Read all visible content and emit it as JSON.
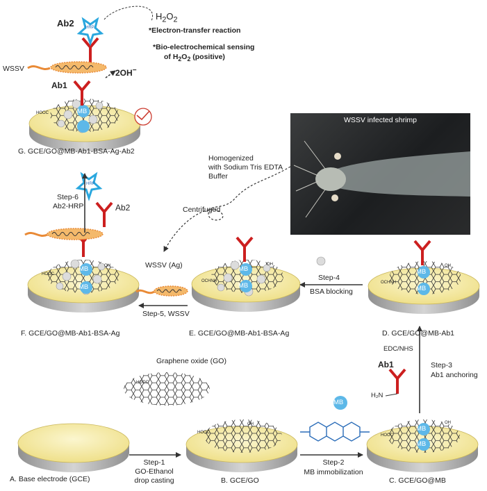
{
  "labels": {
    "ab2_top": "Ab2",
    "hrp": "HRP",
    "h2o2": "H",
    "h2o2_sub1": "2",
    "h2o2_mid": "O",
    "h2o2_sub2": "2",
    "electron_transfer": "*Electron-transfer reaction",
    "bio_sensing_line1": "*Bio-electrochemical sensing",
    "bio_sensing_line2_pre": "of H",
    "bio_sensing_sub1": "2",
    "bio_sensing_mid": "O",
    "bio_sensing_sub2": "2",
    "bio_sensing_post": " (positive)",
    "two_oh": "2OH",
    "two_oh_sup": "−",
    "wssv": "WSSV",
    "ab1_top": "Ab1",
    "mb": "MB",
    "cooh": "HOOC",
    "oh": "OH",
    "och": "OCHNH",
    "g_caption": "G. GCE/GO@MB-Ab1-BSA-Ag-Ab2",
    "photo_title": "WSSV infected shrimp",
    "homogenized_line1": "Homogenized",
    "homogenized_line2": "with Sodium Tris EDTA",
    "homogenized_line3": "Buffer",
    "step6_line1": "Step-6",
    "step6_line2": "Ab2-HRP",
    "ab2_mid": "Ab2",
    "centrifuged": "Centrifuged",
    "wssv_ag": "WSSV (Ag)",
    "step5": "Step-5, WSSV",
    "step4_line1": "Step-4",
    "step4_line2": "BSA blocking",
    "f_caption": "F. GCE/GO@MB-Ab1-BSA-Ag",
    "e_caption": "E. GCE/GO@MB-Ab1-BSA-Ag",
    "d_caption": "D. GCE/GO@MB-Ab1",
    "edc_nhs": "EDC/NHS",
    "ab1_reagent": "Ab1",
    "h2n": "H₂N",
    "step3_line1": "Step-3",
    "step3_line2": "Ab1 anchoring",
    "go_title": "Graphene oxide (GO)",
    "step1_line1": "Step-1",
    "step1_line2": "GO-Ethanol",
    "step1_line3": "drop casting",
    "step2_line1": "Step-2",
    "step2_line2": "MB immobilization",
    "a_caption": "A. Base electrode (GCE)",
    "b_caption": "B. GCE/GO",
    "c_caption": "C. GCE/GO@MB",
    "mb_reagent": "MB"
  },
  "colors": {
    "electrode_top": "#f6eca0",
    "electrode_side": "#b9b9b9",
    "antibody": "#cc1f1f",
    "hrp_star": "#2aa7de",
    "mb_circle": "#5db8e8",
    "virus_body": "#e98a36",
    "arrow": "#333333"
  }
}
